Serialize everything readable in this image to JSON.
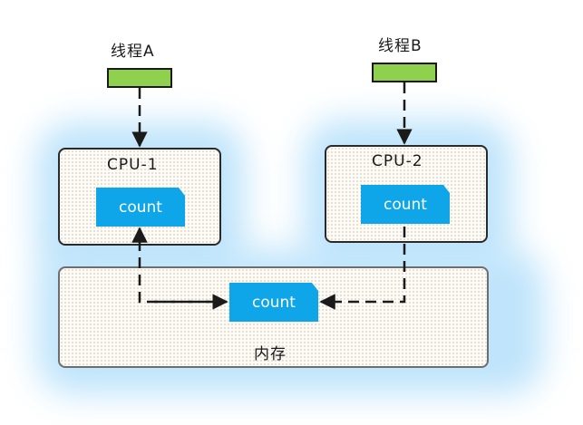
{
  "threads": [
    {
      "label": "线程A"
    },
    {
      "label": "线程B"
    }
  ],
  "cpus": [
    {
      "label": "CPU-1",
      "count_label": "count"
    },
    {
      "label": "CPU-2",
      "count_label": "count"
    }
  ],
  "memory": {
    "label": "内存",
    "count_label": "count"
  },
  "colors": {
    "thread": "#8fd14f",
    "count_block": "#0ea5e9",
    "glow": "#bfe4fb",
    "line": "#1a1a1a"
  }
}
